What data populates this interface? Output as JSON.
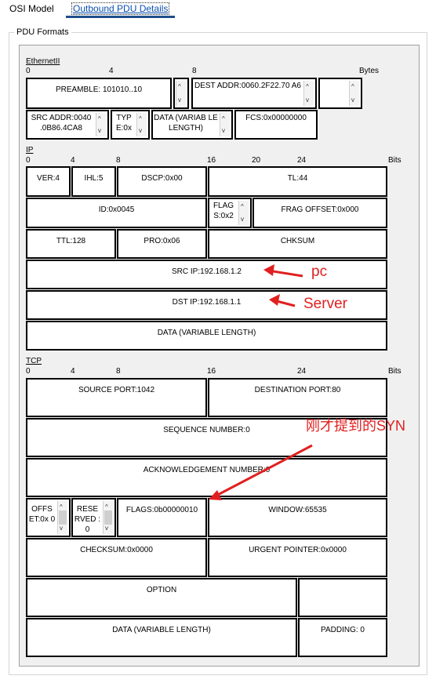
{
  "tabs": {
    "osi": "OSI Model",
    "pdu": "Outbound PDU Details"
  },
  "group_title": "PDU Formats",
  "ethernet": {
    "label": "EthernetII",
    "unit": "Bytes",
    "ruler": [
      "0",
      "4",
      "8"
    ],
    "preamble": "PREAMBLE: 101010..10",
    "dest_addr": "DEST ADDR:0060.2F22.70 A6",
    "src_addr": "SRC ADDR:0040 .0B86.4CA8",
    "type": "TYP E:0x",
    "data": "DATA (VARIAB LE LENGTH)",
    "fcs": "FCS:0x00000000"
  },
  "ip": {
    "label": "IP",
    "unit": "Bits",
    "ruler": [
      "0",
      "4",
      "8",
      "16",
      "20",
      "24"
    ],
    "ver": "VER:4",
    "ihl": "IHL:5",
    "dscp": "DSCP:0x00",
    "tl": "TL:44",
    "id": "ID:0x0045",
    "flag": "FLAG S:0x2",
    "frag": "FRAG OFFSET:0x000",
    "ttl": "TTL:128",
    "pro": "PRO:0x06",
    "chksum": "CHKSUM",
    "src": "SRC IP:192.168.1.2",
    "dst": "DST IP:192.168.1.1",
    "data": "DATA (VARIABLE LENGTH)"
  },
  "tcp": {
    "label": "TCP",
    "unit": "Bits",
    "ruler": [
      "0",
      "4",
      "8",
      "16",
      "24"
    ],
    "src_port": "SOURCE PORT:1042",
    "dst_port": "DESTINATION PORT:80",
    "seq": "SEQUENCE NUMBER:0",
    "ack": "ACKNOWLEDGEMENT NUMBER:0",
    "offset": "OFFS ET:0x 0",
    "reserved": "RESE RVED : 0",
    "flags": "FLAGS:0b00000010",
    "window": "WINDOW:65535",
    "checksum": "CHECKSUM:0x0000",
    "urgent": "URGENT POINTER:0x0000",
    "option": "OPTION",
    "data": "DATA (VARIABLE LENGTH)",
    "padding": "PADDING: 0"
  },
  "annotations": {
    "pc": "pc",
    "server": "Server",
    "syn": "刚才提到的SYN"
  },
  "colors": {
    "annotation": "#e02020",
    "tab_underline": "#1e4f8a",
    "panel": "#f0f0f0"
  }
}
